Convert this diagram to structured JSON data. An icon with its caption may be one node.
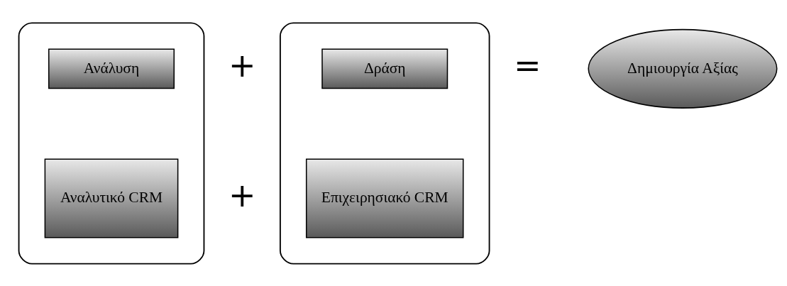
{
  "diagram": {
    "nodes": [
      {
        "text": [],
        "shape": "box"
      },
      {
        "text": [
          "Ανάλυση"
        ],
        "in": 0
      },
      {
        "text": [
          "Αναλυτικό CRM"
        ],
        "in": 0
      },
      {
        "text": [],
        "shape": "box"
      },
      {
        "text": [
          "Δράση"
        ],
        "in": 3
      },
      {
        "text": [
          "Επιχειρησιακό CRM"
        ],
        "in": 3
      },
      {
        "text": [
          "Δημιουργία Αξίας"
        ]
      }
    ],
    "edges": [],
    "labels": [
      "+",
      "+",
      "="
    ]
  }
}
